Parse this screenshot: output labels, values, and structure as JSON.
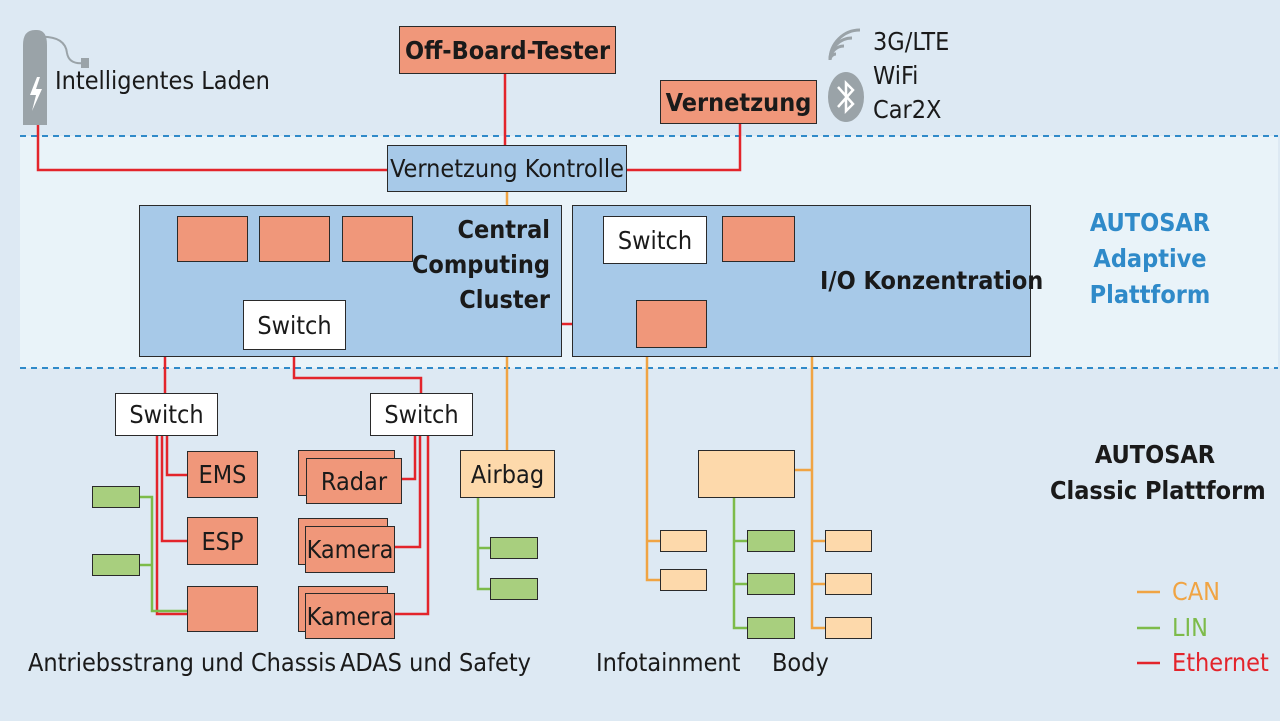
{
  "colors": {
    "can": "#f0a443",
    "lin": "#7dbb4a",
    "ethernet": "#e3242b",
    "ecu": "#f0977a",
    "cluster": "#a7c9e8",
    "adaptive_text": "#2f8ac9"
  },
  "top": {
    "offboard": "Off-Board-Tester",
    "charging": "Intelligentes Laden",
    "vernetzung": "Vernetzung",
    "wireless": [
      "3G/LTE",
      "WiFi",
      "Car2X"
    ],
    "kontrolle": "Vernetzung Kontrolle"
  },
  "icons": {
    "charging": "charging-plug-icon",
    "signal": "wireless-signal-icon",
    "bluetooth": "bluetooth-icon"
  },
  "central": {
    "title_lines": [
      "Central",
      "Computing",
      "Cluster"
    ],
    "switch": "Switch"
  },
  "io": {
    "title": "I/O Konzentration",
    "switch": "Switch"
  },
  "classic": {
    "switch_left": "Switch",
    "switch_right": "Switch",
    "ems": "EMS",
    "esp": "ESP",
    "radar": "Radar",
    "kamera1": "Kamera",
    "kamera2": "Kamera",
    "airbag": "Airbag"
  },
  "domains": {
    "powertrain": "Antriebsstrang und Chassis",
    "adas": "ADAS und Safety",
    "infotainment": "Infotainment",
    "body": "Body"
  },
  "platforms": {
    "adaptive": [
      "AUTOSAR",
      "Adaptive",
      "Plattform"
    ],
    "classic": [
      "AUTOSAR",
      "Classic Plattform"
    ]
  },
  "legend": [
    {
      "name": "CAN",
      "color": "#f0a443"
    },
    {
      "name": "LIN",
      "color": "#7dbb4a"
    },
    {
      "name": "Ethernet",
      "color": "#e3242b"
    }
  ]
}
